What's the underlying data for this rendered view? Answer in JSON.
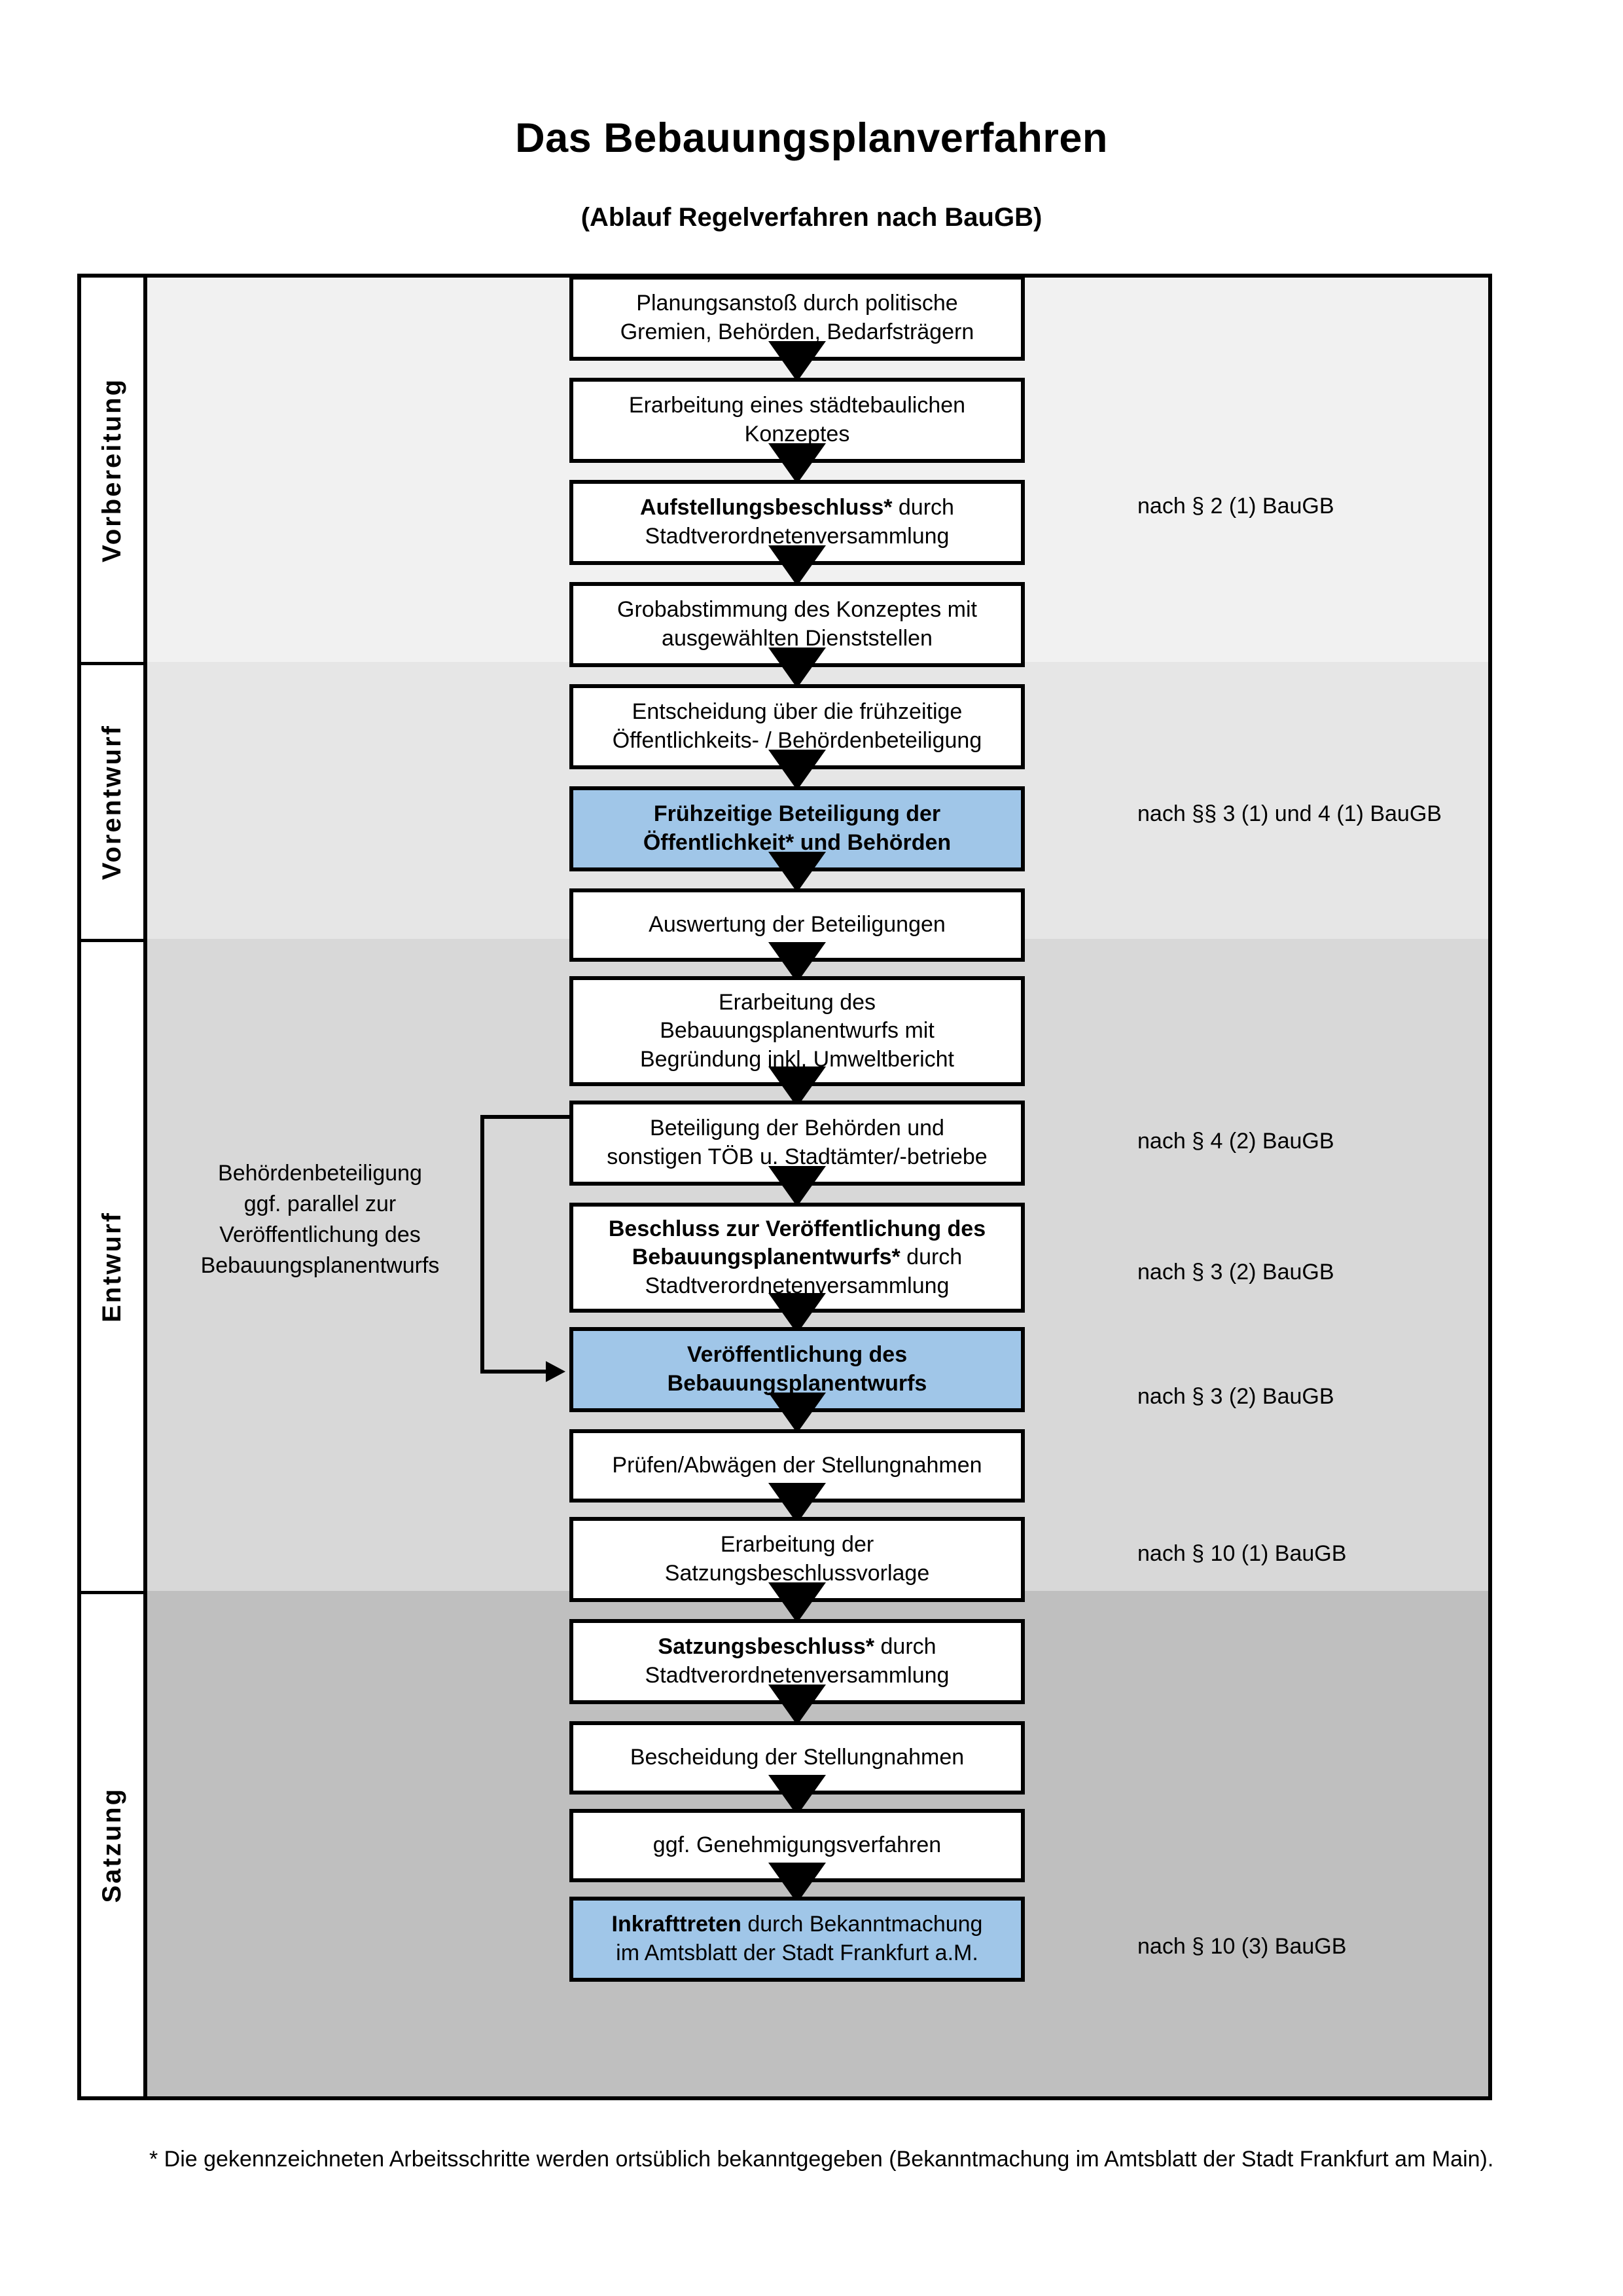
{
  "title": "Das Bebauungsplanverfahren",
  "subtitle": "(Ablauf Regelverfahren nach BauGB)",
  "colors": {
    "highlight_blue": "#A0C6E8",
    "band_vorbereitung": "#F1F1F1",
    "band_vorentwurf": "#E6E6E6",
    "band_entwurf": "#D8D8D8",
    "band_satzung": "#BFBFBF",
    "border": "#000000"
  },
  "phases": [
    {
      "label": "Vorbereitung"
    },
    {
      "label": "Vorentwurf"
    },
    {
      "label": "Entwurf"
    },
    {
      "label": "Satzung"
    }
  ],
  "steps": [
    {
      "id": "planungsanstoss",
      "phase": "Vorbereitung",
      "highlight": false,
      "lines": [
        {
          "text": "Planungsanstoß durch politische",
          "bold": false
        },
        {
          "text": "Gremien, Behörden, Bedarfsträgern",
          "bold": false
        }
      ]
    },
    {
      "id": "staedtebauliches-konzept",
      "phase": "Vorbereitung",
      "highlight": false,
      "lines": [
        {
          "text": "Erarbeitung eines städtebaulichen",
          "bold": false
        },
        {
          "text": "Konzeptes",
          "bold": false
        }
      ]
    },
    {
      "id": "aufstellungsbeschluss",
      "phase": "Vorbereitung",
      "highlight": false,
      "lines": [
        {
          "text": "Aufstellungsbeschluss*",
          "bold": true,
          "suffix": " durch"
        },
        {
          "text": "Stadtverordnetenversammlung",
          "bold": false
        }
      ]
    },
    {
      "id": "grobabstimmung",
      "phase": "Vorentwurf",
      "highlight": false,
      "lines": [
        {
          "text": "Grobabstimmung des Konzeptes mit",
          "bold": false
        },
        {
          "text": "ausgewählten Dienststellen",
          "bold": false
        }
      ]
    },
    {
      "id": "entscheidung-fruehzeitige-beteiligung",
      "phase": "Vorentwurf",
      "highlight": false,
      "lines": [
        {
          "text": "Entscheidung über die frühzeitige",
          "bold": false
        },
        {
          "text": "Öffentlichkeits- / Behördenbeteiligung",
          "bold": false
        }
      ]
    },
    {
      "id": "fruehzeitige-beteiligung",
      "phase": "Vorentwurf",
      "highlight": true,
      "lines": [
        {
          "text": "Frühzeitige Beteiligung der",
          "bold": true
        },
        {
          "text": "Öffentlichkeit* und Behörden",
          "bold": true
        }
      ]
    },
    {
      "id": "auswertung-beteiligungen",
      "phase": "Entwurf",
      "highlight": false,
      "lines": [
        {
          "text": "Auswertung der Beteiligungen",
          "bold": false
        }
      ]
    },
    {
      "id": "erarbeitung-bplanentwurf",
      "phase": "Entwurf",
      "highlight": false,
      "lines": [
        {
          "text": "Erarbeitung des",
          "bold": false
        },
        {
          "text": "Bebauungsplanentwurfs mit",
          "bold": false
        },
        {
          "text": "Begründung inkl. Umweltbericht",
          "bold": false
        }
      ]
    },
    {
      "id": "beteiligung-behoerden-toeb",
      "phase": "Entwurf",
      "highlight": false,
      "lines": [
        {
          "text": "Beteiligung der Behörden und",
          "bold": false
        },
        {
          "text": "sonstigen TÖB u. Stadtämter/-betriebe",
          "bold": false
        }
      ]
    },
    {
      "id": "beschluss-veroeffentlichung",
      "phase": "Entwurf",
      "highlight": false,
      "lines": [
        {
          "text": "Beschluss zur Veröffentlichung des",
          "bold": true
        },
        {
          "text": "Bebauungsplanentwurfs*",
          "bold": true,
          "suffix": " durch"
        },
        {
          "text": "Stadtverordnetenversammlung",
          "bold": false
        }
      ]
    },
    {
      "id": "veroeffentlichung-bplanentwurf",
      "phase": "Entwurf",
      "highlight": true,
      "lines": [
        {
          "text": "Veröffentlichung des",
          "bold": true
        },
        {
          "text": "Bebauungsplanentwurfs",
          "bold": true
        }
      ]
    },
    {
      "id": "pruefen-abwaegen",
      "phase": "Satzung",
      "highlight": false,
      "lines": [
        {
          "text": "Prüfen/Abwägen der Stellungnahmen",
          "bold": false
        }
      ]
    },
    {
      "id": "erarbeitung-satzungsvorlage",
      "phase": "Satzung",
      "highlight": false,
      "lines": [
        {
          "text": "Erarbeitung der",
          "bold": false
        },
        {
          "text": "Satzungsbeschlussvorlage",
          "bold": false
        }
      ]
    },
    {
      "id": "satzungsbeschluss",
      "phase": "Satzung",
      "highlight": false,
      "lines": [
        {
          "text": "Satzungsbeschluss*",
          "bold": true,
          "suffix": " durch"
        },
        {
          "text": "Stadtverordnetenversammlung",
          "bold": false
        }
      ]
    },
    {
      "id": "bescheidung-stellungnahmen",
      "phase": "Satzung",
      "highlight": false,
      "lines": [
        {
          "text": "Bescheidung der Stellungnahmen",
          "bold": false
        }
      ]
    },
    {
      "id": "genehmigungsverfahren",
      "phase": "Satzung",
      "highlight": false,
      "lines": [
        {
          "text": "ggf. Genehmigungsverfahren",
          "bold": false
        }
      ]
    },
    {
      "id": "inkrafttreten",
      "phase": "Satzung",
      "highlight": true,
      "lines": [
        {
          "text": "Inkrafttreten",
          "bold": true,
          "suffix": " durch Bekanntmachung"
        },
        {
          "text": "im Amtsblatt der Stadt Frankfurt a.M.",
          "bold": false
        }
      ]
    }
  ],
  "legal_refs": [
    {
      "id": "ref-aufstellungsbeschluss",
      "text": "nach § 2 (1) BauGB"
    },
    {
      "id": "ref-fruehzeitige-beteiligung",
      "text": "nach §§ 3 (1) und 4 (1) BauGB"
    },
    {
      "id": "ref-beteiligung-behoerden",
      "text": "nach § 4 (2) BauGB"
    },
    {
      "id": "ref-beschluss-veroeffentlichung",
      "text": "nach § 3 (2) BauGB"
    },
    {
      "id": "ref-veroeffentlichung",
      "text": "nach § 3 (2) BauGB"
    },
    {
      "id": "ref-satzungsbeschluss",
      "text": "nach § 10 (1) BauGB"
    },
    {
      "id": "ref-inkrafttreten",
      "text": "nach § 10 (3) BauGB"
    }
  ],
  "side_note": {
    "lines": [
      "Behördenbeteiligung",
      "ggf. parallel zur",
      "Veröffentlichung des",
      "Bebauungsplanentwurfs"
    ]
  },
  "footnote": "* Die gekennzeichneten Arbeitsschritte werden ortsüblich bekanntgegeben (Bekanntmachung im Amtsblatt  der Stadt Frankfurt am Main)."
}
